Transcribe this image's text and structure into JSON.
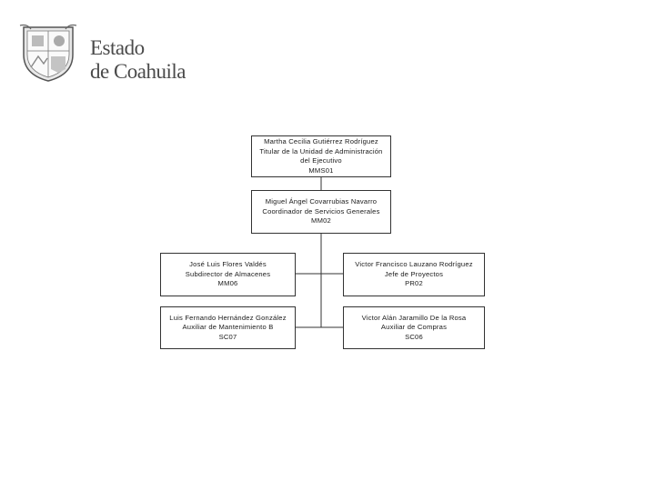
{
  "header": {
    "logo_line1": "Estado",
    "logo_line2": "de Coahuila"
  },
  "org_chart": {
    "nodes": [
      {
        "name": "Martha Cecilia Gutiérrez Rodríguez",
        "title": "Titular de la Unidad de Administración del Ejecutivo",
        "code": "MMS01"
      },
      {
        "name": "Miguel Ángel Covarrubias Navarro",
        "title": "Coordinador de Servicios Generales",
        "code": "MM02"
      },
      {
        "name": "José Luis Flores Valdés",
        "title": "Subdirector de Almacenes",
        "code": "MM06"
      },
      {
        "name": "Victor Francisco Lauzano Rodríguez",
        "title": "Jefe de Proyectos",
        "code": "PR02"
      },
      {
        "name": "Luis Fernando Hernández González",
        "title": "Auxiliar de Mantenimiento B",
        "code": "SC07"
      },
      {
        "name": "Victor Alán Jaramillo De la Rosa",
        "title": "Auxiliar de Compras",
        "code": "SC06"
      }
    ]
  }
}
